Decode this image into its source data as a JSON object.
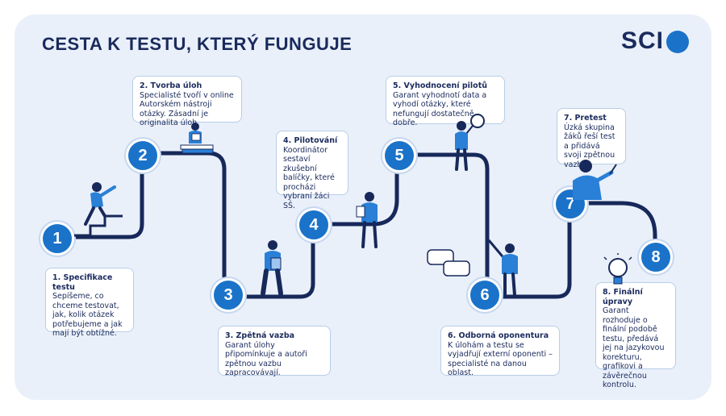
{
  "header": {
    "title": "CESTA K TESTU, KTERÝ FUNGUJE",
    "logo_text": "SCI"
  },
  "colors": {
    "accent": "#1a73c9",
    "navy": "#1a2a5c",
    "panel": "#e9f0fa",
    "figure_blue": "#2a7fd6"
  },
  "steps": [
    {
      "number": "1",
      "title": "1. Specifikace testu",
      "text": "Sepíšeme, co chceme testovat, jak, kolik otázek potřebujeme a jak mají být obtížné."
    },
    {
      "number": "2",
      "title": "2. Tvorba úloh",
      "text": "Specialisté tvoří v online Autorském nástroji otázky. Zásadní je originalita úloh."
    },
    {
      "number": "3",
      "title": "3. Zpětná vazba",
      "text": "Garant úlohy připomínkuje a autoři zpětnou vazbu zapracovávají."
    },
    {
      "number": "4",
      "title": "4. Pilotování",
      "text": "Koordinátor sestaví zkušební balíčky, které procházi vybraní žáci SŠ."
    },
    {
      "number": "5",
      "title": "5. Vyhodnocení pilotů",
      "text": "Garant vyhodnotí data a vyhodí otázky, které nefungují dostatečně dobře."
    },
    {
      "number": "6",
      "title": "6. Odborná oponentura",
      "text": "K úlohám a testu se vyjadřují externí oponenti – specialisté na danou oblast."
    },
    {
      "number": "7",
      "title": "7. Pretest",
      "text": "Úzká skupina žáků řeší test a přidává svoji zpětnou vazbu."
    },
    {
      "number": "8",
      "title": "8. Finální úpravy",
      "text": "Garant rozhoduje o finální podobě testu, předává jej na jazykovou korekturu, grafikovi a závěrečnou kontrolu."
    }
  ],
  "icons": [
    "person-climbing-stairs-icon",
    "person-reading-on-books-icon",
    "person-with-tablet-icon",
    "person-with-clipboard-icon",
    "person-with-magnifier-icon",
    "person-with-pen-icon",
    "person-writing-icon",
    "lightbulb-icon",
    "speech-bubbles-icon"
  ]
}
